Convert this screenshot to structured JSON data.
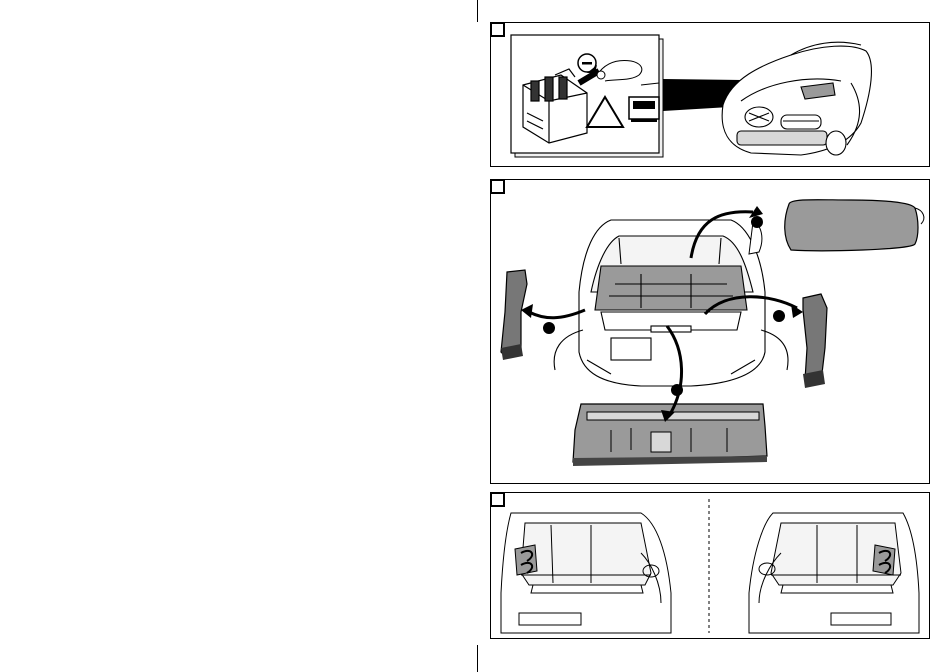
{
  "panels": [
    {
      "id": "battery-disconnect",
      "step": "",
      "icons": [
        "battery-icon",
        "negative-terminal-icon",
        "warning-triangle-icon",
        "manual-book-icon",
        "car-front-icon"
      ]
    },
    {
      "id": "trim-removal",
      "step": "",
      "icons": [
        "parcel-shelf-icon",
        "left-side-trim-icon",
        "right-side-trim-icon",
        "sill-trim-icon",
        "car-rear-icon"
      ]
    },
    {
      "id": "trunk-fasteners",
      "step": "",
      "icons": [
        "left-fastener-icon",
        "right-fastener-icon"
      ]
    }
  ],
  "colors": {
    "line": "#000000",
    "fill": "#9a9a9a",
    "light": "#d8d8d8",
    "panel_bg": "#f0f0f0"
  }
}
